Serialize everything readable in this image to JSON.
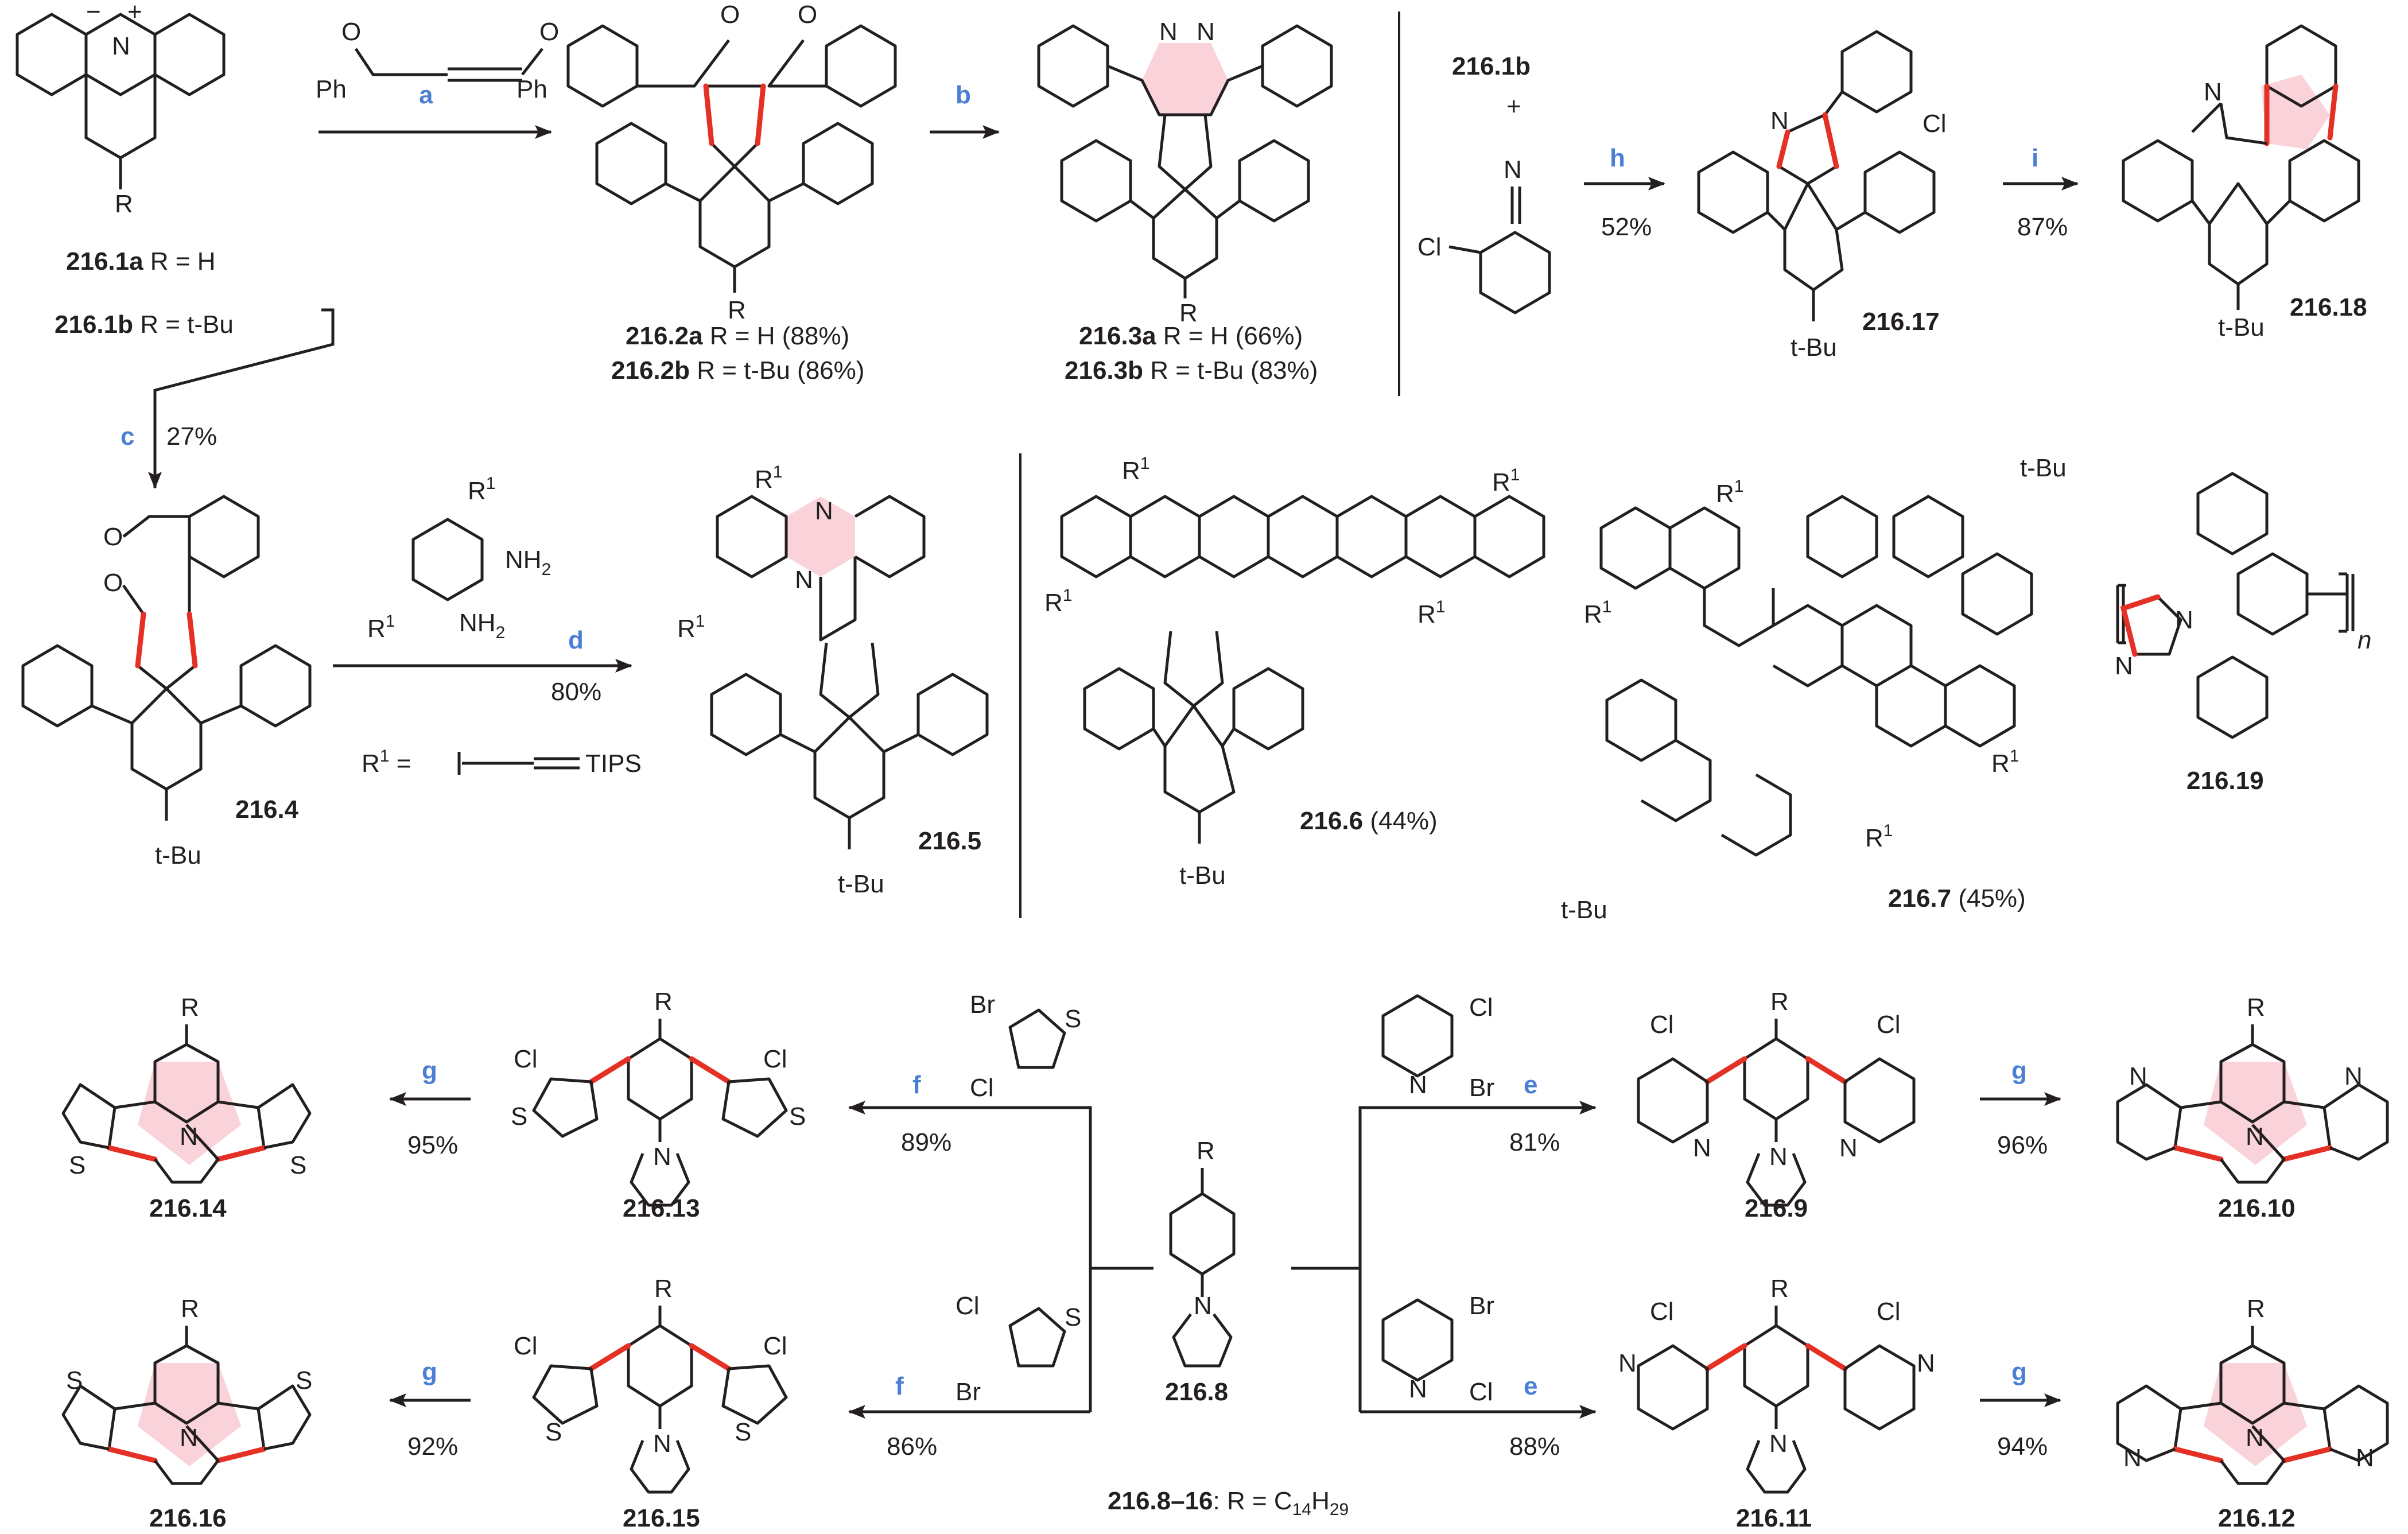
{
  "colors": {
    "ink": "#231f20",
    "step_label": "#4a7fd4",
    "new_bond": "#e53026",
    "new_ring_fill": "#f9d3d9"
  },
  "compounds": {
    "c216_1a": {
      "id": "216.1a",
      "desc": " R = H"
    },
    "c216_1b": {
      "id": "216.1b",
      "desc": " R = t-Bu"
    },
    "c216_2a": {
      "id": "216.2a",
      "desc": " R = H (88%)"
    },
    "c216_2b": {
      "id": "216.2b",
      "desc": " R = t-Bu (86%)"
    },
    "c216_3a": {
      "id": "216.3a",
      "desc": " R = H (66%)"
    },
    "c216_3b": {
      "id": "216.3b",
      "desc": " R = t-Bu (83%)"
    },
    "c216_1b_reagent": {
      "id": "216.1b"
    },
    "c216_17": {
      "id": "216.17"
    },
    "c216_18": {
      "id": "216.18"
    },
    "c216_4": {
      "id": "216.4"
    },
    "c216_5": {
      "id": "216.5"
    },
    "c216_6": {
      "id": "216.6",
      "desc": " (44%)"
    },
    "c216_7": {
      "id": "216.7",
      "desc": " (45%)"
    },
    "c216_19": {
      "id": "216.19"
    },
    "c216_8": {
      "id": "216.8"
    },
    "c216_9": {
      "id": "216.9"
    },
    "c216_10": {
      "id": "216.10"
    },
    "c216_11": {
      "id": "216.11"
    },
    "c216_12": {
      "id": "216.12"
    },
    "c216_13": {
      "id": "216.13"
    },
    "c216_14": {
      "id": "216.14"
    },
    "c216_15": {
      "id": "216.15"
    },
    "c216_16": {
      "id": "216.16"
    }
  },
  "steps": {
    "a": {
      "label": "a",
      "yield": ""
    },
    "b": {
      "label": "b",
      "yield": ""
    },
    "c": {
      "label": "c",
      "yield": "27%"
    },
    "d": {
      "label": "d",
      "yield": "80%"
    },
    "h": {
      "label": "h",
      "yield": "52%"
    },
    "i": {
      "label": "i",
      "yield": "87%"
    },
    "e_top": {
      "label": "e",
      "yield": "81%"
    },
    "e_bottom": {
      "label": "e",
      "yield": "88%"
    },
    "f_top": {
      "label": "f",
      "yield": "89%"
    },
    "f_bottom": {
      "label": "f",
      "yield": "86%"
    },
    "g_10": {
      "label": "g",
      "yield": "96%"
    },
    "g_12": {
      "label": "g",
      "yield": "94%"
    },
    "g_14": {
      "label": "g",
      "yield": "95%"
    },
    "g_16": {
      "label": "g",
      "yield": "92%"
    }
  },
  "atoms": {
    "Ph": "Ph",
    "O": "O",
    "N": "N",
    "Cl": "Cl",
    "Br": "Br",
    "S": "S",
    "R": "R",
    "tBu": "t-Bu",
    "NH2": "NH",
    "two": "2",
    "plus": "+",
    "R1": "R",
    "one": "1",
    "TIPS": "TIPS",
    "R1_eq": "R",
    "eq": " = ",
    "n": "n",
    "minus": "−",
    "charge_plus": "+"
  },
  "footnote": {
    "range": "216.8–16",
    "text": ": R = C",
    "sub1": "14",
    "mid": "H",
    "sub2": "29"
  }
}
